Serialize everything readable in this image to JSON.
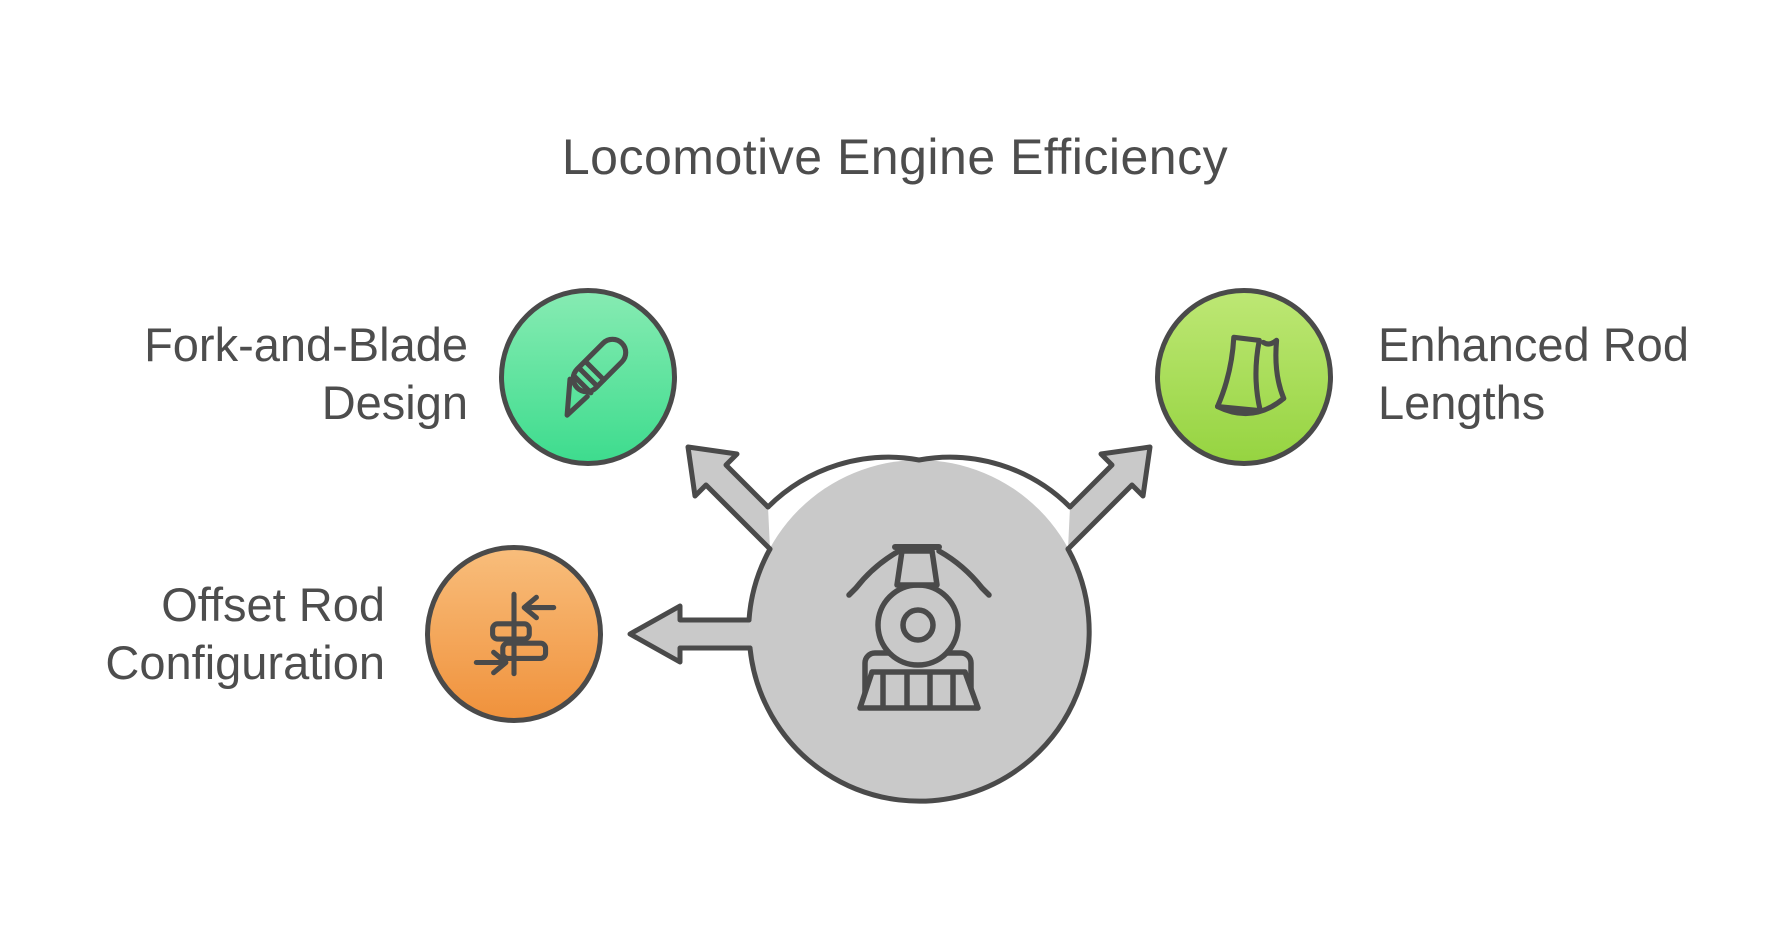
{
  "title": "Locomotive Engine Efficiency",
  "text_color": "#4d4d4d",
  "outline_color": "#4a4a4a",
  "center": {
    "icon": "locomotive-icon",
    "fill": "#c9c9c9",
    "arrow_count": 3
  },
  "nodes": [
    {
      "id": "fork-and-blade",
      "label_line1": "Fork-and-Blade",
      "label_line2": "Design",
      "icon": "scalpel-icon",
      "color_top": "#86ebb2",
      "color_bottom": "#3edc8e"
    },
    {
      "id": "enhanced-rod-lengths",
      "label_line1": "Enhanced Rod",
      "label_line2": "Lengths",
      "icon": "pages-icon",
      "color_top": "#bde774",
      "color_bottom": "#96d441"
    },
    {
      "id": "offset-rod-configuration",
      "label_line1": "Offset Rod",
      "label_line2": "Configuration",
      "icon": "offset-rods-icon",
      "color_top": "#f8bd7b",
      "color_bottom": "#f0923c"
    }
  ]
}
